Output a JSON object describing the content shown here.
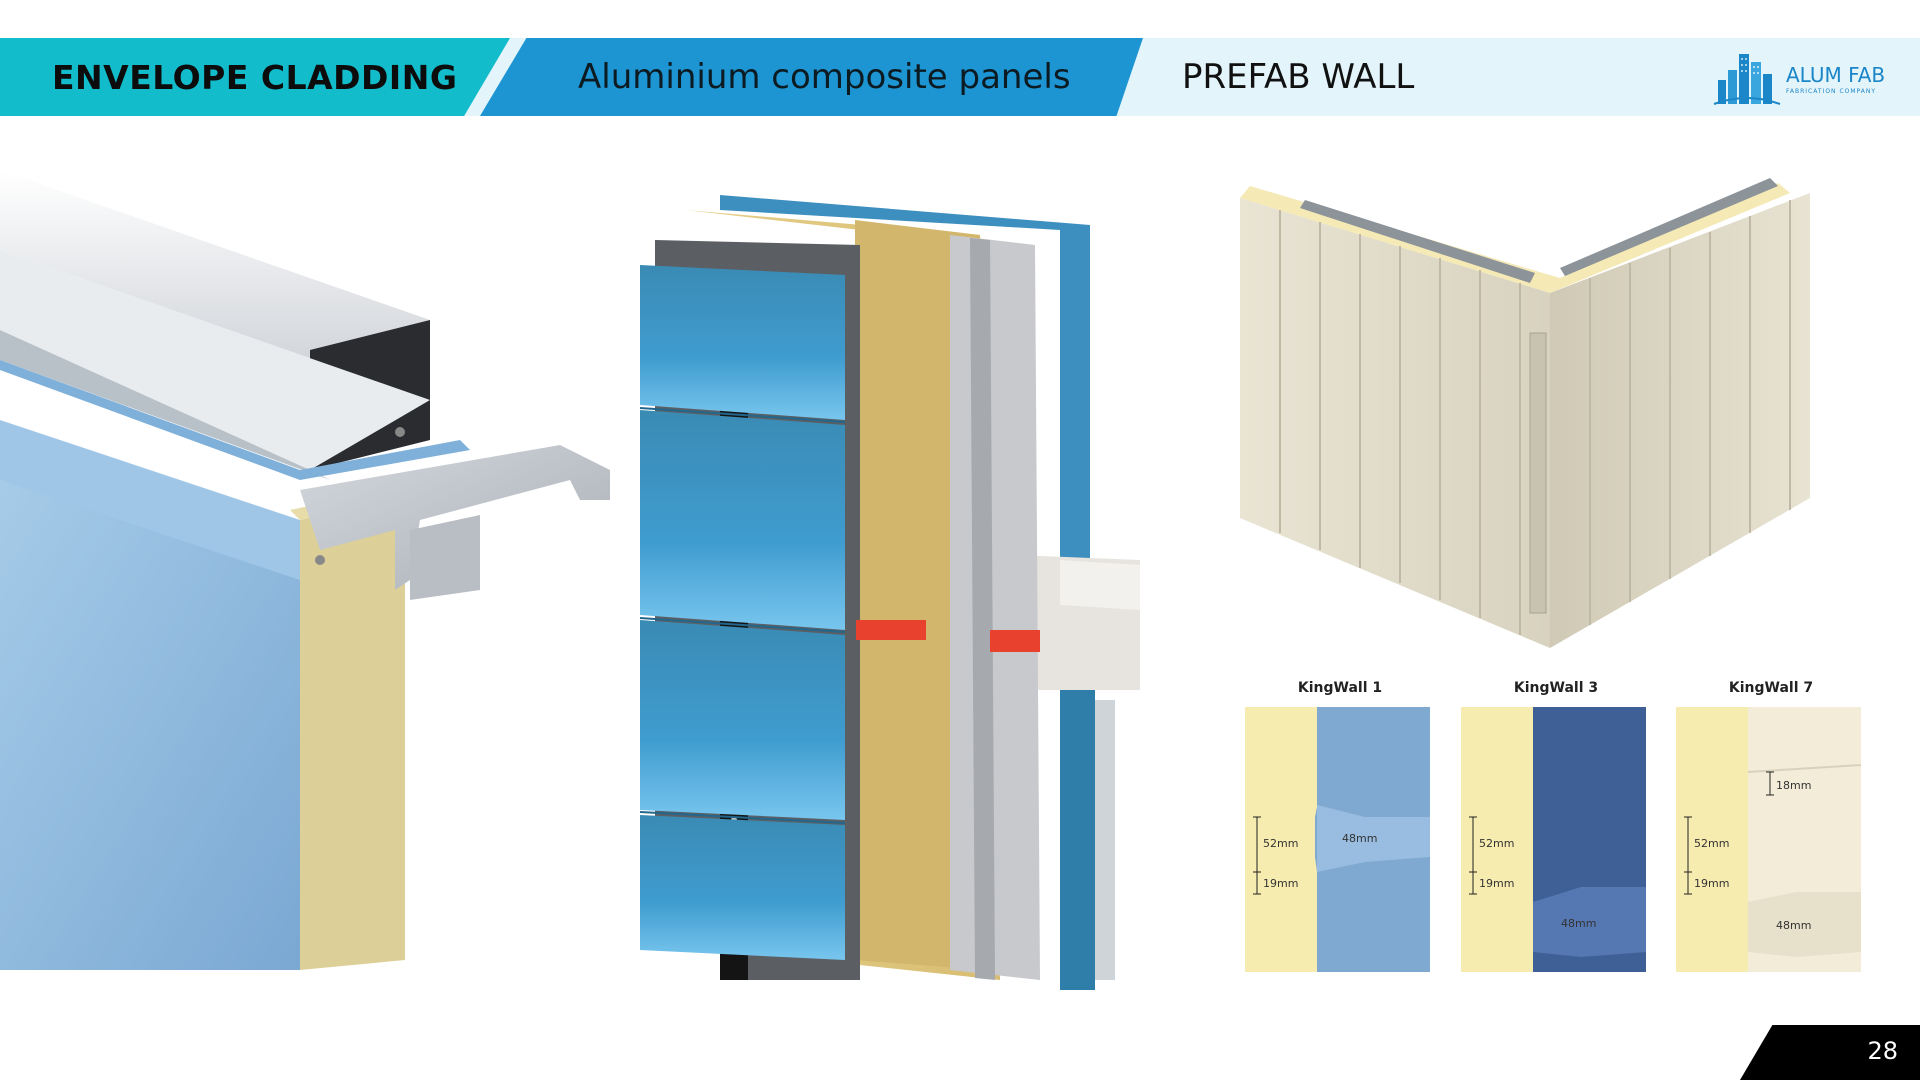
{
  "header": {
    "section_1": "ENVELOPE CLADDING",
    "section_2": "Aluminium composite panels",
    "section_3": "PREFAB WALL",
    "logo_name": "ALUM FAB",
    "logo_tagline": "FABRICATION COMPANY"
  },
  "profiles": [
    {
      "title": "KingWall 1",
      "dim_a": "52mm",
      "dim_b": "19mm",
      "dim_c": "48mm"
    },
    {
      "title": "KingWall 3",
      "dim_a": "52mm",
      "dim_b": "19mm",
      "dim_c": "48mm"
    },
    {
      "title": "KingWall 7",
      "dim_a": "52mm",
      "dim_b": "19mm",
      "dim_c": "48mm",
      "dim_d": "18mm"
    }
  ],
  "footer": {
    "page_number": "28"
  },
  "colors": {
    "teal": "#12bccb",
    "blue": "#1d95d2",
    "light_blue": "#e3f4fb"
  }
}
